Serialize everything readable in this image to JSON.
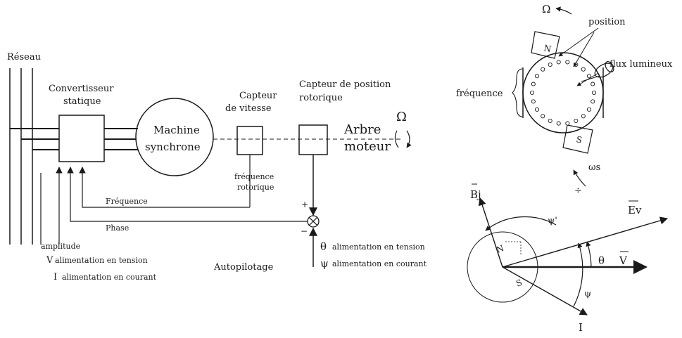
{
  "left": {
    "reseau": "Réseau",
    "convertisseur": [
      "Convertisseur",
      "statique"
    ],
    "machine": [
      "Machine",
      "synchrone"
    ],
    "capteur_vitesse": [
      "Capteur",
      "de vitesse"
    ],
    "capteur_position": [
      "Capteur de position",
      "rotorique"
    ],
    "arbre": [
      "Arbre",
      "moteur"
    ],
    "omega": "Ω",
    "freq_rot": [
      "fréquence",
      "rotorique"
    ],
    "frequence": "Fréquence",
    "phase": "Phase",
    "plus": "+",
    "minus": "−",
    "amplitude": "amplitude",
    "v_label": "V",
    "v_text": "alimentation en tension",
    "i_label": "I",
    "i_text": "alimentation en courant",
    "theta_label": "θ",
    "theta_text": "alimentation en tension",
    "psi_label": "ψ",
    "psi_text": "alimentation en courant",
    "autopilotage": "Autopilotage"
  },
  "right_top": {
    "omega": "Ω",
    "position": "position",
    "flux": "flux lumineux",
    "frequence": "fréquence",
    "n": "N",
    "s": "S"
  },
  "right_bottom": {
    "omega_s": "ωs",
    "bj": "Bj",
    "psi_prime": "ψ'",
    "ev": "Ev",
    "theta": "θ",
    "v": "V",
    "psi": "ψ",
    "i": "I",
    "n": "N",
    "s": "S"
  }
}
